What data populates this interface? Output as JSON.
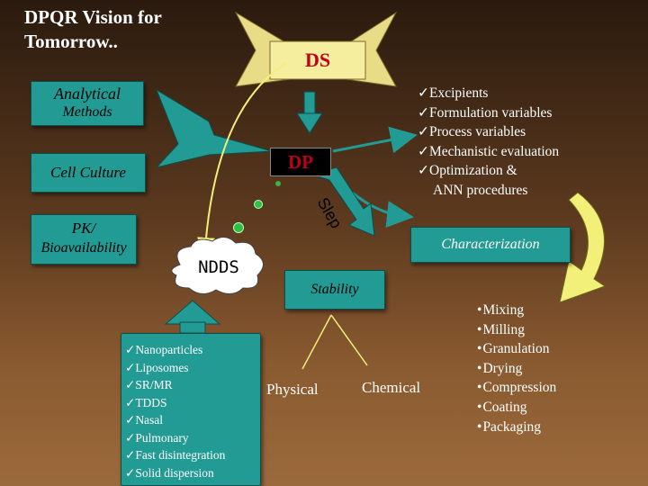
{
  "title_line1": "DPQR Vision for",
  "title_line2": "Tomorrow..",
  "ds_label": "DS",
  "dp_label": "DP",
  "analytical_line1": "Analytical",
  "analytical_line2": "Methods",
  "cell_culture": "Cell Culture",
  "pk_line1": "PK/",
  "pk_line2": "Bioavailability",
  "characterization": "Characterization",
  "stability": "Stability",
  "ndds": "NDDS",
  "slep": "Slep",
  "physical": "Physical",
  "chemical": "Chemical",
  "dp_list": [
    "Excipients",
    "Formulation variables",
    "Process variables",
    "Mechanistic evaluation",
    "Optimization &"
  ],
  "dp_list_cont": "ANN procedures",
  "nanoparticle_list": [
    "Nanoparticles",
    "Liposomes",
    "SR/MR",
    "TDDS",
    "Nasal",
    "Pulmonary",
    "Fast disintegration",
    "Solid dispersion"
  ],
  "process_list": [
    "Mixing",
    "Milling",
    "Granulation",
    "Drying",
    "Compression",
    "Coating",
    "Packaging"
  ],
  "colors": {
    "teal": "#239b95",
    "ds_banner": "#f2e79a",
    "dp_text": "#c0001a",
    "yellow_arrow": "#f3f07a"
  }
}
